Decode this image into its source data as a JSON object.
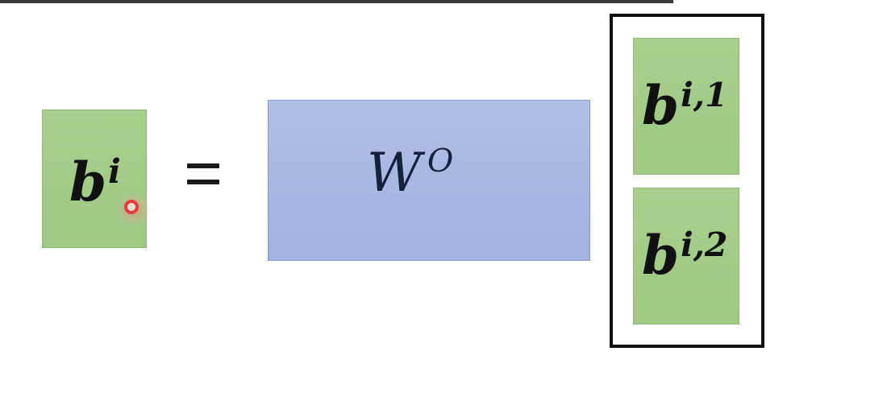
{
  "left_side": {
    "base": "b",
    "superscript": "i"
  },
  "operator": "=",
  "matrix": {
    "base": "W",
    "superscript": "O"
  },
  "stack": [
    {
      "base": "b",
      "superscript": "i,1"
    },
    {
      "base": "b",
      "superscript": "i,2"
    }
  ],
  "colors": {
    "green_fill": "#a9cf8d",
    "blue_fill": "#a3afe0",
    "frame": "#111111",
    "cursor": "#e53b3b"
  }
}
